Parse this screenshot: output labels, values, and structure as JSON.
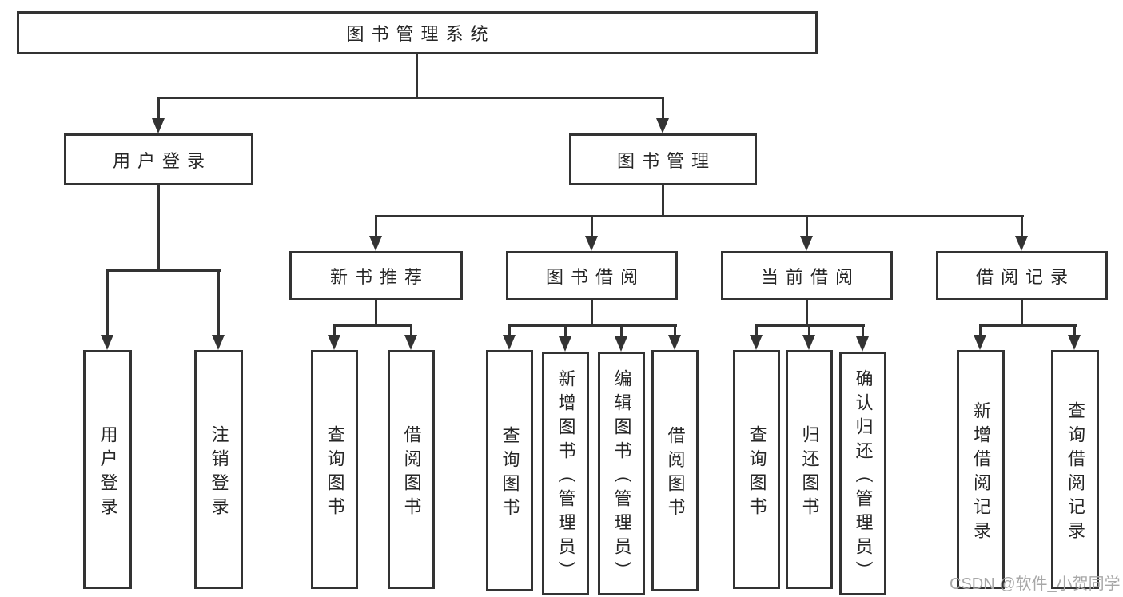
{
  "diagram": {
    "root": "图书管理系统",
    "level2": {
      "user_login": "用户登录",
      "book_mgmt": "图书管理"
    },
    "level3": {
      "new_book_rec": "新书推荐",
      "book_borrow": "图书借阅",
      "current_borrow": "当前借阅",
      "borrow_record": "借阅记录"
    },
    "leaves": {
      "user_login": [
        "用户登录",
        "注销登录"
      ],
      "new_book_rec": [
        "查询图书",
        "借阅图书"
      ],
      "book_borrow": [
        "查询图书",
        "新增图书（管理员）",
        "编辑图书（管理员）",
        "借阅图书"
      ],
      "current_borrow": [
        "查询图书",
        "归还图书",
        "确认归还（管理员）"
      ],
      "borrow_record": [
        "新增借阅记录",
        "查询借阅记录"
      ]
    }
  },
  "watermark": "CSDN @软件_小贺同学",
  "colors": {
    "line": "#333333",
    "box_border": "#333333",
    "text": "#262626",
    "watermark": "#a8a8a8",
    "background": "#ffffff"
  }
}
